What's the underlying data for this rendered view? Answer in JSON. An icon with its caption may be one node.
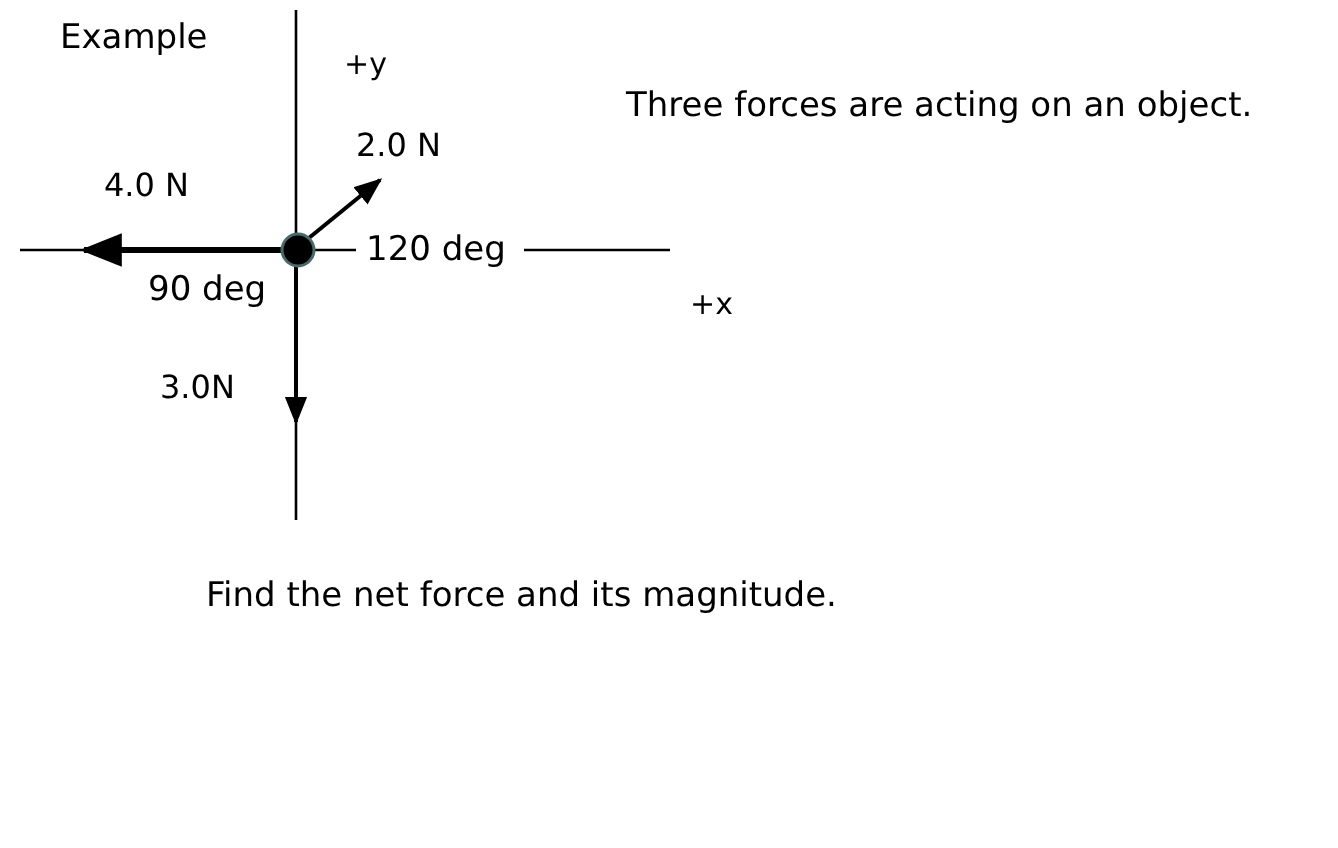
{
  "diagram": {
    "labels": [
      "Example",
      "+y",
      "Three forces are acting on an object.",
      "2.0 N",
      "4.0 N",
      "120 deg",
      "90 deg",
      "+x",
      "3.0N",
      "Find the net force and its magnitude."
    ]
  }
}
